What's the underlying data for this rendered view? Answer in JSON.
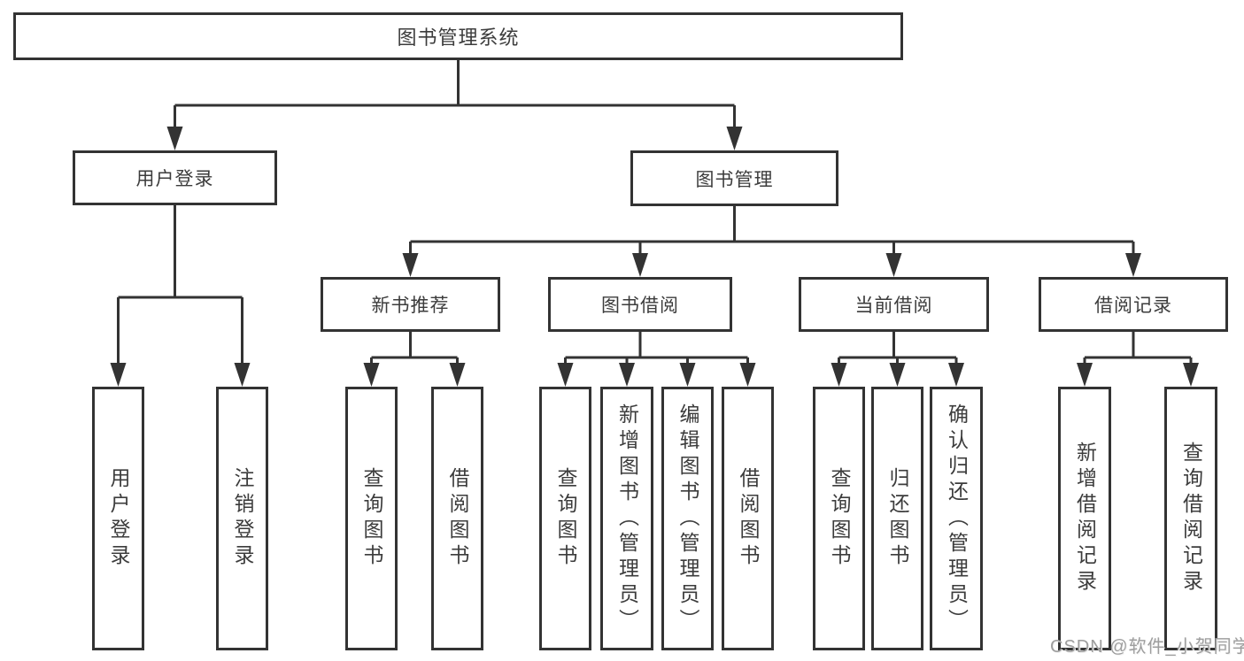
{
  "diagram_title": "图书管理系统",
  "nodes": {
    "root": {
      "label": "图书管理系统"
    },
    "level2": {
      "user_login": {
        "label": "用户登录"
      },
      "book_management": {
        "label": "图书管理"
      }
    },
    "level3": {
      "new_book_recommend": {
        "label": "新书推荐"
      },
      "book_borrowing": {
        "label": "图书借阅"
      },
      "current_borrowing": {
        "label": "当前借阅"
      },
      "borrowing_records": {
        "label": "借阅记录"
      }
    },
    "leaves": {
      "user_login_leaf": {
        "label": "用户登录"
      },
      "logout": {
        "label": "注销登录"
      },
      "nb_query_books": {
        "label": "查询图书"
      },
      "nb_borrow_books": {
        "label": "借阅图书"
      },
      "bb_query_books": {
        "label": "查询图书"
      },
      "bb_add_books": {
        "label": "新增图书（管理员）"
      },
      "bb_edit_books": {
        "label": "编辑图书（管理员）"
      },
      "bb_borrow_books": {
        "label": "借阅图书"
      },
      "cb_query_books": {
        "label": "查询图书"
      },
      "cb_return_books": {
        "label": "归还图书"
      },
      "cb_confirm_return": {
        "label": "确认归还（管理员）"
      },
      "br_add_record": {
        "label": "新增借阅记录"
      },
      "br_query_record": {
        "label": "查询借阅记录"
      }
    }
  },
  "watermark": "CSDN @软件_小贺同学",
  "colors": {
    "line": "#333333",
    "text": "#3c3c3c",
    "watermark": "#9e9e9e",
    "background": "#ffffff"
  }
}
